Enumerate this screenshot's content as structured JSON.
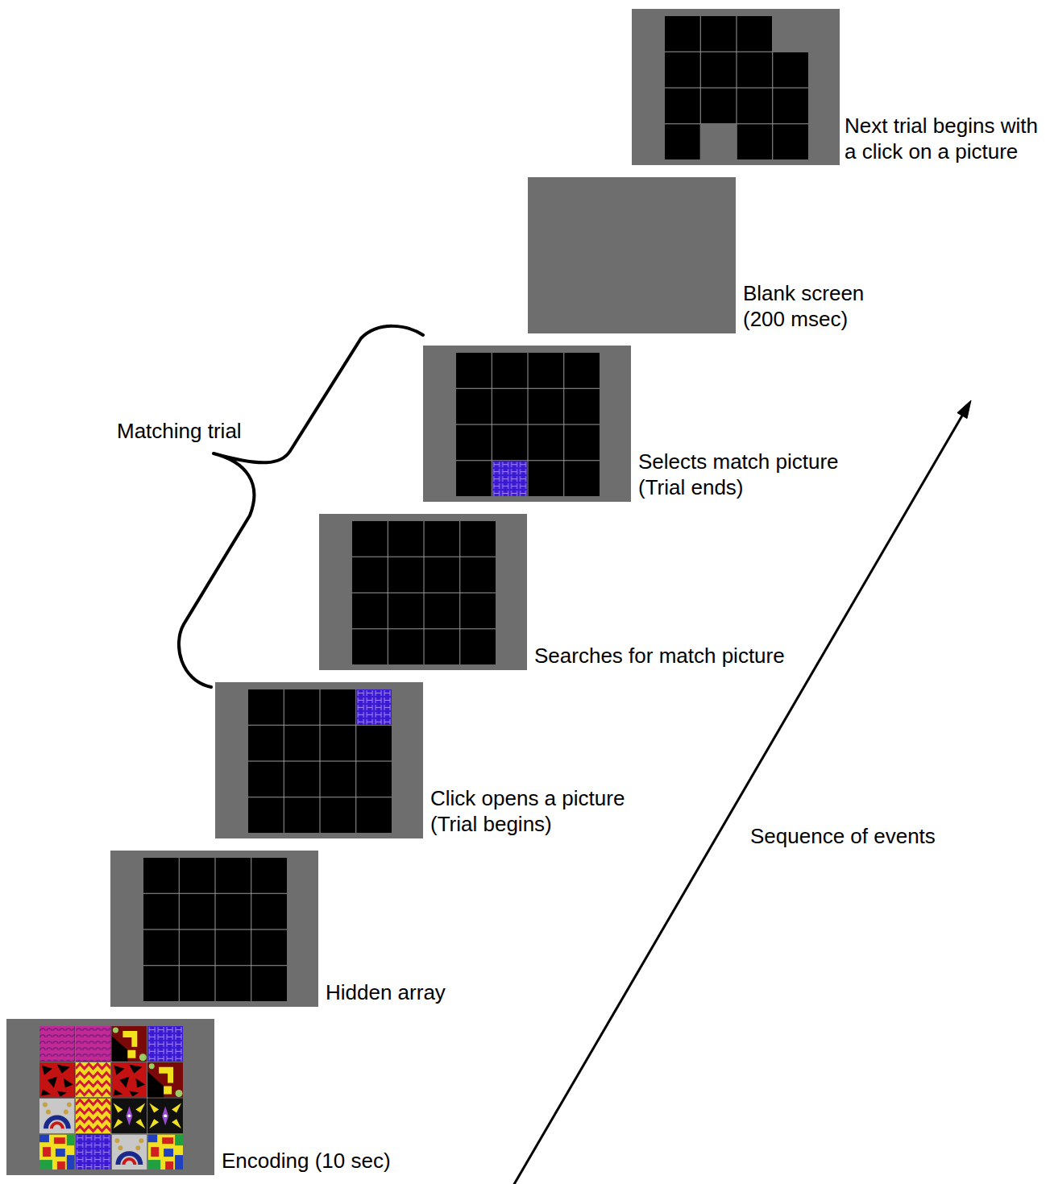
{
  "diagram": {
    "nodes": [
      {
        "text": [
          "Encoding (10 sec)"
        ]
      },
      {
        "text": [
          "Hidden array"
        ]
      },
      {
        "text": [
          "Click opens a picture (Trial begins)"
        ]
      },
      {
        "text": [
          "Searches for match picture"
        ]
      },
      {
        "text": [
          "Selects match picture (Trial ends)"
        ]
      },
      {
        "text": [
          "Blank screen (200 msec)"
        ]
      },
      {
        "text": [
          "Next trial begins with a click on a picture"
        ]
      }
    ],
    "labels": [
      "Matching trial",
      "Sequence of events"
    ]
  }
}
